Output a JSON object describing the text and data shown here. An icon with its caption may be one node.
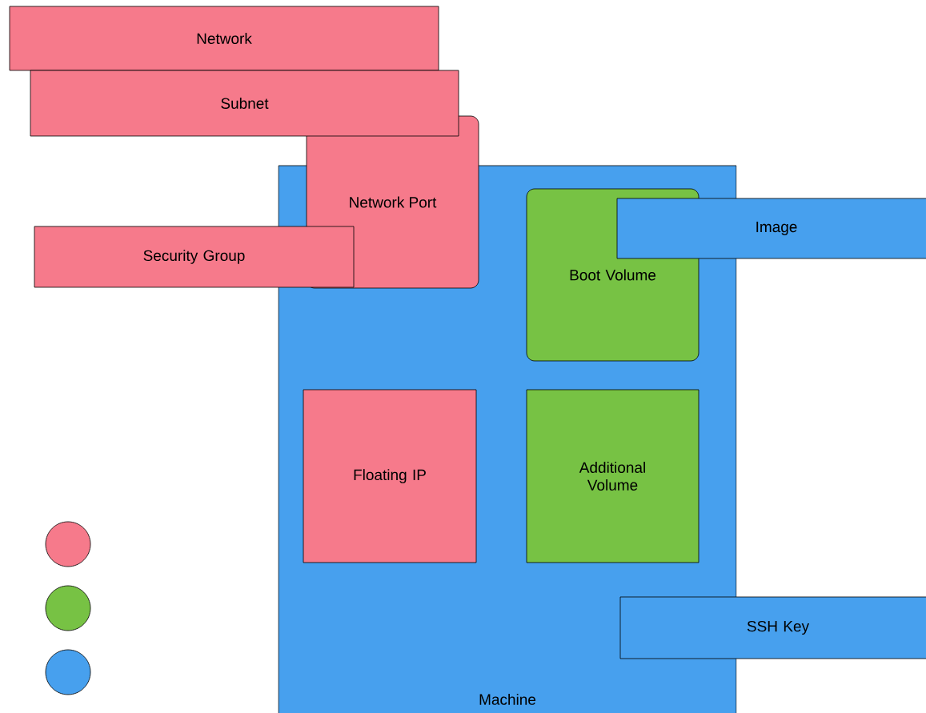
{
  "diagram": {
    "nodes": [
      {
        "text": [
          "Network"
        ]
      },
      {
        "text": [
          "Subnet"
        ]
      },
      {
        "text": [
          "Machine"
        ]
      },
      {
        "text": [
          "Network Port"
        ]
      },
      {
        "text": [
          "Security Group"
        ]
      },
      {
        "text": [
          "Boot Volume"
        ],
        "in": 2
      },
      {
        "text": [
          "Image"
        ]
      },
      {
        "text": [
          "Floating IP"
        ],
        "in": 2
      },
      {
        "text": [
          "Additional Volume"
        ],
        "in": 2
      },
      {
        "text": [
          "SSH Key"
        ]
      }
    ]
  }
}
